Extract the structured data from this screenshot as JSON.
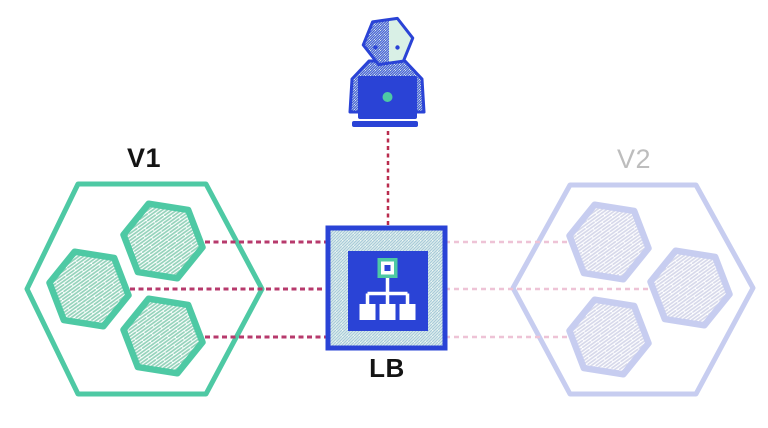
{
  "colors": {
    "green": "#4ec9a4",
    "green-hatch": "#93d2ba",
    "blue": "#2a43d6",
    "mint": "#d9f0e6",
    "lb-hatch-bg": "#eaf6f3",
    "lb-hatch-line": "#a9cbd9",
    "lavender": "#c7cdf0",
    "lavender-hatch": "#d6d8ea",
    "magenta": "#b73a6c",
    "pink-faded": "#eec3d6",
    "red-dash": "#b92c4e",
    "label-gray": "#bdbdbd",
    "label-black": "#141414"
  },
  "user": {
    "icon": "person-at-laptop-icon"
  },
  "load_balancer": {
    "label": "LB",
    "icon": "load-balancer-tree-icon"
  },
  "clusters": {
    "v1": {
      "label": "V1",
      "instances": 3
    },
    "v2": {
      "label": "V2",
      "instances": 3
    }
  },
  "links": {
    "user_to_lb": {
      "style": "dashed",
      "color": "#b92c4e",
      "count": 1
    },
    "lb_to_v1": {
      "style": "dashed",
      "color": "#b73a6c",
      "count": 3
    },
    "lb_to_v2": {
      "style": "dashed",
      "color": "#eec3d6",
      "count": 3
    }
  }
}
